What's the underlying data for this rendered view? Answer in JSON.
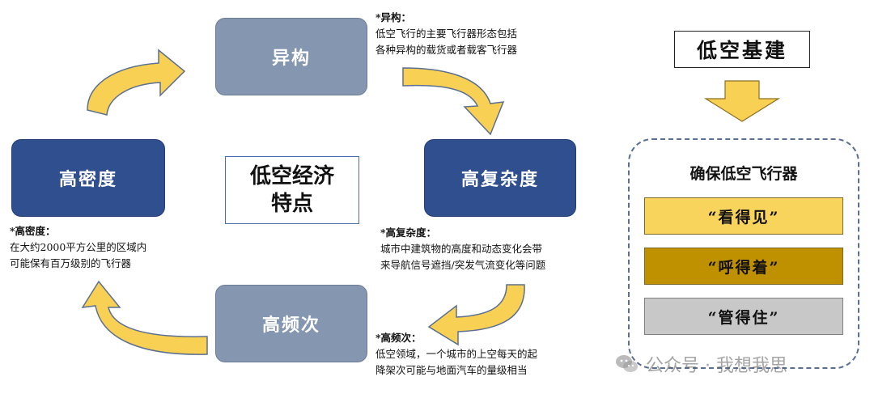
{
  "cycle": {
    "top": {
      "label": "异构",
      "note_head": "*异构：",
      "note_lines": [
        "低空飞行的主要飞行器形态包括",
        "各种异构的载货或者载客飞行器"
      ]
    },
    "right": {
      "label": "高复杂度",
      "note_head": "*高复杂度：",
      "note_lines": [
        "城市中建筑物的高度和动态变化会带",
        "来导航信号遮挡/突发气流变化等问题"
      ]
    },
    "bottom": {
      "label": "高频次",
      "note_head": "*高频次：",
      "note_lines": [
        "低空领域，一个城市的上空每天的起",
        "降架次可能与地面汽车的量级相当"
      ]
    },
    "left": {
      "label": "高密度",
      "note_head": "*高密度：",
      "note_lines": [
        "在大约2000平方公里的区域内",
        "可能保有百万级别的飞行器"
      ]
    }
  },
  "center": {
    "line1": "低空经济",
    "line2": "特点"
  },
  "infra": {
    "title": "低空基建",
    "panel_title": "确保低空飞行器",
    "items": [
      {
        "label": "“看得见”",
        "color": "#f9d45c"
      },
      {
        "label": "“呼得着”",
        "color": "#bf9000"
      },
      {
        "label": "“管得住”",
        "color": "#c8c8c8"
      }
    ]
  },
  "colors": {
    "box_light": "#8496b0",
    "box_dark": "#2f4f8f",
    "arrow_fill": "#f8d053",
    "arrow_stroke": "#5b6f91"
  },
  "watermark": {
    "text": "公众号 · 我想我思",
    "icon": "wechat-icon"
  }
}
